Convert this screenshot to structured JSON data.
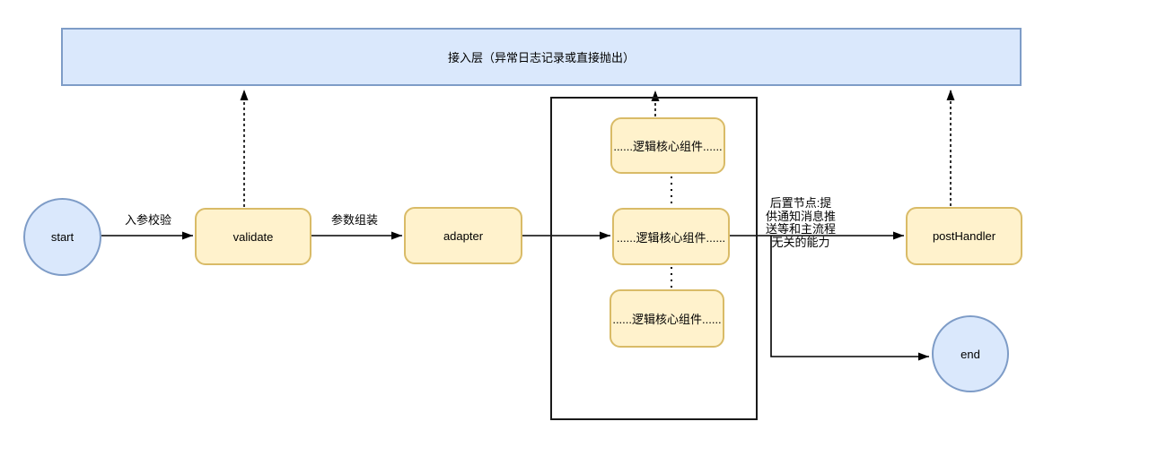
{
  "diagram": {
    "banner": {
      "label": "接入层（异常日志记录或直接抛出）"
    },
    "nodes": {
      "start": {
        "label": "start",
        "shape": "circle"
      },
      "validate": {
        "label": "validate",
        "shape": "rounded-rect"
      },
      "adapter": {
        "label": "adapter",
        "shape": "rounded-rect"
      },
      "core_top": {
        "label": "......逻辑核心组件......",
        "shape": "rounded-rect"
      },
      "core_middle": {
        "label": "......逻辑核心组件......",
        "shape": "rounded-rect"
      },
      "core_bottom": {
        "label": "......逻辑核心组件......",
        "shape": "rounded-rect"
      },
      "postHandler": {
        "label": "postHandler",
        "shape": "rounded-rect"
      },
      "end": {
        "label": "end",
        "shape": "circle"
      }
    },
    "edge_labels": {
      "start_to_validate": "入参校验",
      "validate_to_adapter": "参数组装",
      "core_to_postHandler": "后置节点:提\n供通知消息推\n送等和主流程\n无关的能力"
    },
    "edges": [
      {
        "from": "start",
        "to": "validate",
        "style": "solid-arrow"
      },
      {
        "from": "validate",
        "to": "adapter",
        "style": "solid-arrow"
      },
      {
        "from": "adapter",
        "to": "core_middle",
        "style": "solid-arrow"
      },
      {
        "from": "core_middle",
        "to": "postHandler",
        "style": "solid-arrow"
      },
      {
        "from": "core_middle",
        "to": "end",
        "style": "solid-arrow-elbow"
      },
      {
        "from": "validate",
        "to": "banner",
        "style": "dashed-arrow"
      },
      {
        "from": "core_top",
        "to": "banner",
        "style": "dashed-arrow"
      },
      {
        "from": "postHandler",
        "to": "banner",
        "style": "dashed-arrow"
      },
      {
        "from": "core_top",
        "to": "core_middle",
        "style": "dotted"
      },
      {
        "from": "core_middle",
        "to": "core_bottom",
        "style": "dotted"
      }
    ],
    "colors": {
      "banner_fill": "#dae8fc",
      "banner_border": "#7e9cc7",
      "node_fill": "#fff2cc",
      "node_border": "#d9bb67",
      "circle_fill": "#dae8fc",
      "circle_border": "#7e9cc7",
      "container_border": "#1a1a1a",
      "edge_stroke": "#000000"
    }
  }
}
